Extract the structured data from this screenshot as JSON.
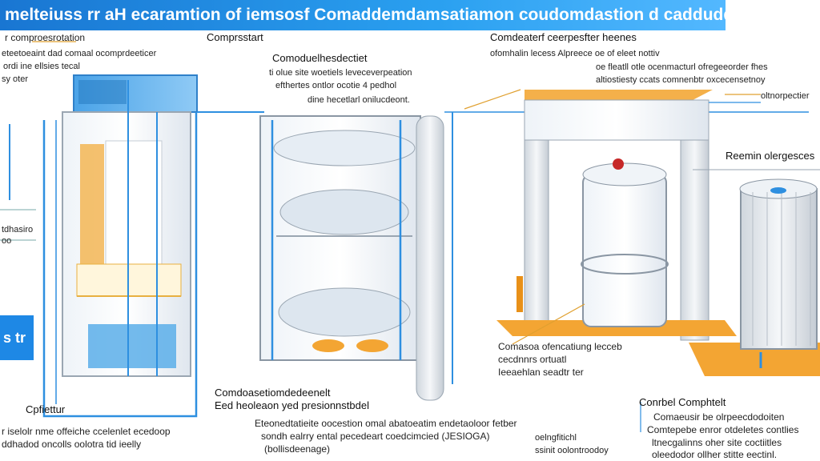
{
  "title": "melteiuss rr aH ecaramtion of iemsosf Comaddemdamsatiamon coudomdastion d caddudderfitter",
  "left_panel": {
    "top": [
      "r comproesrotation",
      "eteetoeaint dad comaal ocomprdeeticer",
      "ordi ine ellsies tecal",
      "sy oter"
    ],
    "mid": [
      "tdhasiro",
      "oo"
    ],
    "tag": "s tr",
    "bottom_head": "Cpfiettur",
    "bottom": [
      "r iselolr nme offeiche ccelenlet ecedoop",
      "ddhadod oncolls oolotra tid ieelly"
    ]
  },
  "center_panel": {
    "head": "Comprsstart",
    "sub_head": "Comoduelhesdectiet",
    "sub": [
      "ti olue site woetiels leveceverpeation",
      "efthertes ontlor ocotie 4 pedhol",
      "dine hecetlarl onilucdeont."
    ],
    "bottom_head": "Comdoasetiomdedeenelt",
    "bottom_sub": "Eed heoleaon yed presionnstbdel",
    "bottom": [
      "Eteonedtatieite oocestion omal abatoeatim endetaoloor fetber",
      "sondh ealrry ental pecedeart coedcimcied (JESIOGA)",
      "(bollisdeenage)"
    ]
  },
  "right_panel": {
    "head": "Comdeaterf ceerpesfter heenes",
    "lines": [
      "ofomhalin lecess Alpreece oe of eleet nottiv",
      "oe fleatll otle ocenmacturl ofregeeorder fhes",
      "altiostiesty ccats comnenbtr oxcecensetnoy",
      "oltnorpectier"
    ],
    "side_head": "Reemin olergesces",
    "mid": [
      "Comasoa ofencatiung lecceb",
      "cecdnnrs ortuatl",
      "Ieeaehlan seadtr ter"
    ],
    "ctrl_head": "Conrbel Comphtelt",
    "ctrl": [
      "Comaeusir be olrpeecdodoiten",
      "Comtepebe enror otdeletes contlies",
      "ltnecgalinns oher site coctiitles",
      "oleedodor ollher stitte eectinl."
    ],
    "small": [
      "oelngfitichl",
      "ssinit oolontroodoy"
    ]
  },
  "colors": {
    "accent": "#1e88e5",
    "orange": "#f3a533",
    "glass": "#e9eef3",
    "steel": "#d6dbe0"
  },
  "icons": [
    "water-tank-icon",
    "refrigerant-drum-icon",
    "filter-cylinder-icon",
    "valve-icon"
  ]
}
